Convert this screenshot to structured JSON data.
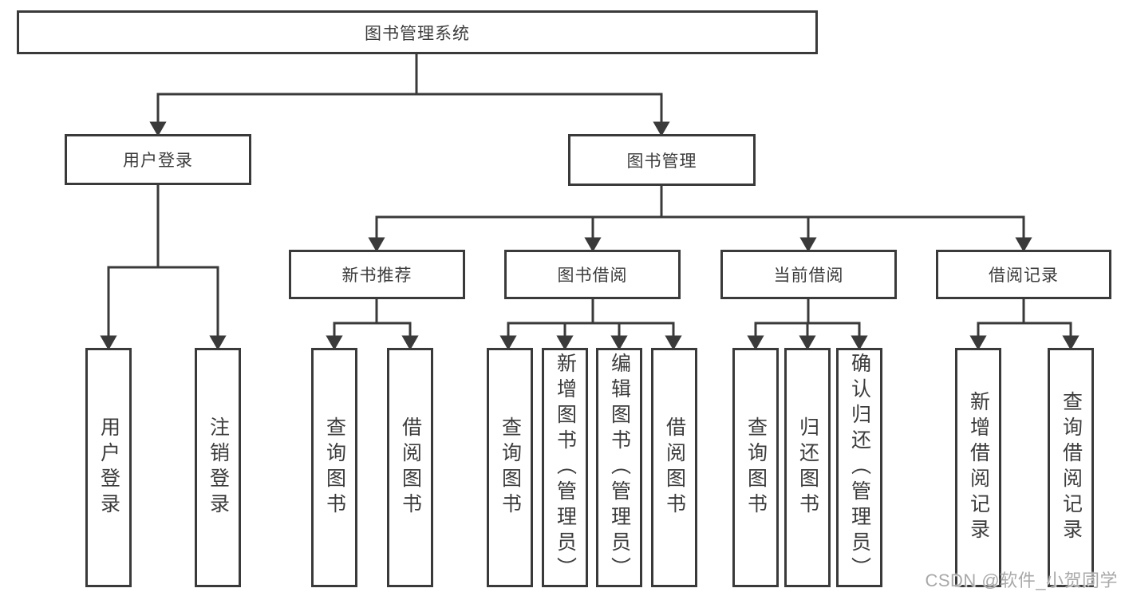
{
  "colors": {
    "line": "#3a3a3a",
    "box_border": "#3a3a3a",
    "text": "#3c3c3c",
    "background": "#ffffff",
    "watermark_text": "#a9a9a9"
  },
  "watermark": "CSDN @软件_小贺同学",
  "tree": {
    "root": {
      "label": "图书管理系统",
      "children": [
        {
          "label": "用户登录",
          "children": [
            {
              "label": "用户登录"
            },
            {
              "label": "注销登录"
            }
          ]
        },
        {
          "label": "图书管理",
          "children": [
            {
              "label": "新书推荐",
              "children": [
                {
                  "label": "查询图书"
                },
                {
                  "label": "借阅图书"
                }
              ]
            },
            {
              "label": "图书借阅",
              "children": [
                {
                  "label": "查询图书"
                },
                {
                  "label": "新增图书（管理员）"
                },
                {
                  "label": "编辑图书（管理员）"
                },
                {
                  "label": "借阅图书"
                }
              ]
            },
            {
              "label": "当前借阅",
              "children": [
                {
                  "label": "查询图书"
                },
                {
                  "label": "归还图书"
                },
                {
                  "label": "确认归还（管理员）"
                }
              ]
            },
            {
              "label": "借阅记录",
              "children": [
                {
                  "label": "新增借阅记录"
                },
                {
                  "label": "查询借阅记录"
                }
              ]
            }
          ]
        }
      ]
    }
  }
}
